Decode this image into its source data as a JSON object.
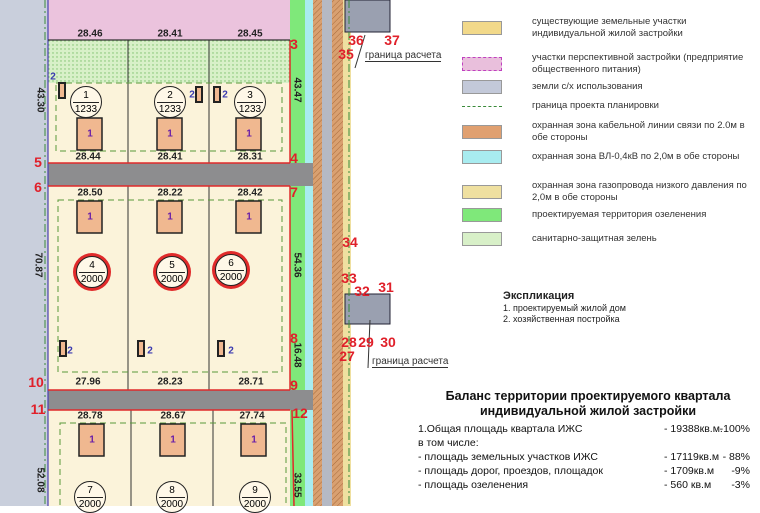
{
  "legend": [
    {
      "text": "существующие земельные участки индивидуальной жилой застройки",
      "color": "#f2d98a"
    },
    {
      "text": "участки перспективной  застройки (предприятие общественного питания)",
      "color": "#e9bfdc"
    },
    {
      "text": "земли с/х использования",
      "color": "#c3c9d9"
    },
    {
      "text": "граница проекта планировки",
      "color": "#3a8a3a"
    },
    {
      "text": "охранная зона кабельной линии связи по 2.0м в обе стороны",
      "color": "#e0a070"
    },
    {
      "text": "охранная зона ВЛ-0,4кВ по 2,0м в обе стороны",
      "color": "#a8ecf0"
    },
    {
      "text": "охранная зона газопровода низкого давления по 2,0м в обе стороны",
      "color": "#efe0a0"
    },
    {
      "text": "проектируемая территория озеленения",
      "color": "#7fe87a"
    },
    {
      "text": "санитарно-защитная зелень",
      "color": "#d8f0c8"
    }
  ],
  "explication": {
    "title": "Экспликация",
    "items": [
      "1. проектируемый жилой дом",
      "2. хозяйственная постройка"
    ]
  },
  "balance": {
    "title_line1": "Баланс территории проектируемого квартала",
    "title_line2": "индивидуальной жилой застройки",
    "rows": [
      {
        "label": "1.Общая площадь квартала ИЖС",
        "value": "- 19388кв.м.",
        "percent": "-100%"
      },
      {
        "label": "в том числе:",
        "value": "",
        "percent": ""
      },
      {
        "label": "- площадь земельных участков ИЖС",
        "value": "- 17119кв.м",
        "percent": "- 88%"
      },
      {
        "label": "- площадь дорог, проездов,  площадок",
        "value": "- 1709кв.м",
        "percent": "-9%"
      },
      {
        "label": "- площадь озеленения",
        "value": "- 560 кв.м",
        "percent": "-3%"
      }
    ]
  },
  "map": {
    "border_label": "граница расчета",
    "plots": [
      {
        "no": "1",
        "area": "1233"
      },
      {
        "no": "2",
        "area": "1233"
      },
      {
        "no": "3",
        "area": "1233"
      },
      {
        "no": "4",
        "area": "2000"
      },
      {
        "no": "5",
        "area": "2000"
      },
      {
        "no": "6",
        "area": "2000"
      },
      {
        "no": "7",
        "area": "2000"
      },
      {
        "no": "8",
        "area": "2000"
      },
      {
        "no": "9",
        "area": "2000"
      }
    ],
    "dimensions": [
      "28.46",
      "28.41",
      "28.45",
      "28.44",
      "28.41",
      "28.31",
      "28.50",
      "28.22",
      "28.42",
      "27.96",
      "28.23",
      "28.71",
      "28.78",
      "28.67",
      "27.74"
    ],
    "vertical_dimensions": [
      "43.30",
      "43.47",
      "70.87",
      "54.36",
      "16.48",
      "52.08",
      "33.55"
    ],
    "points": [
      "3",
      "4",
      "5",
      "6",
      "7",
      "8",
      "9",
      "10",
      "11",
      "12",
      "27",
      "28",
      "29",
      "30",
      "31",
      "32",
      "33",
      "34",
      "35",
      "36",
      "37"
    ],
    "house_mark": "1",
    "outbuilding_mark": "2"
  }
}
